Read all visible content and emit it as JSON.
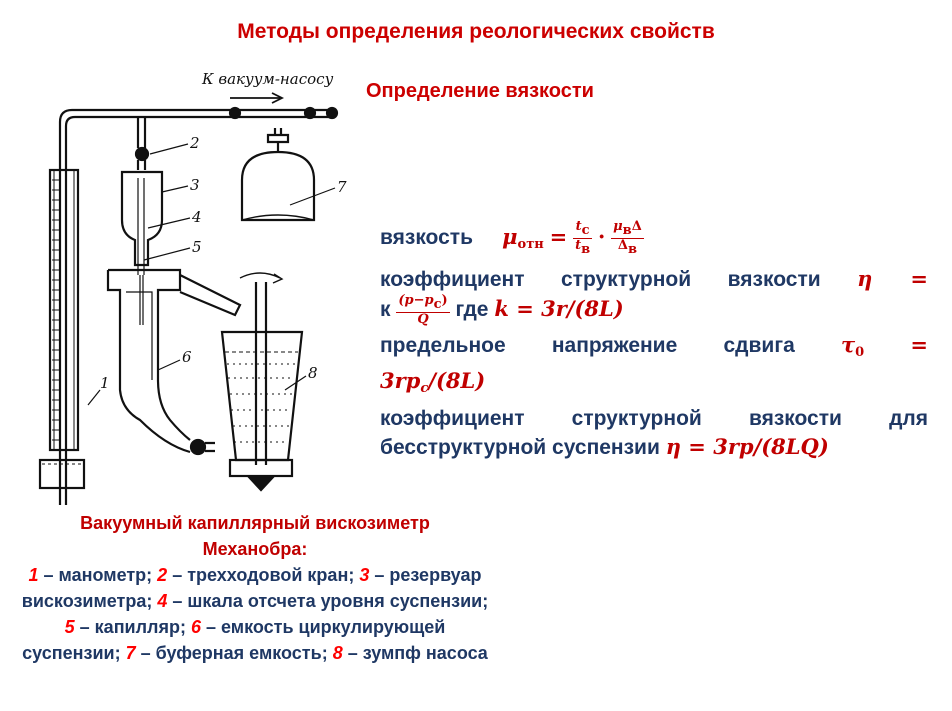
{
  "header": {
    "title": "Методы определения реологических свойств",
    "subtitle": "Определение вязкости"
  },
  "diagram": {
    "pipe_label": "К вакуум-насосу",
    "labels": [
      "1",
      "2",
      "3",
      "4",
      "5",
      "6",
      "7",
      "8"
    ]
  },
  "formulas": {
    "viscosity_label": "вязкость",
    "mu": "μ",
    "mu_sub": "отн",
    "eq": "=",
    "tc": "t",
    "tc_sub": "c",
    "tb": "t",
    "tb_sub": "в",
    "dot": "·",
    "mub": "μ",
    "mub_sub": "в",
    "delta": "Δ",
    "deltab": "Δ",
    "deltab_sub": "в",
    "struct_label": "коэффициент структурной вязкости",
    "eta_eq": "η =",
    "k_prefix": "к",
    "p_minus_pc": "(p−p",
    "pc_sub": "c",
    "close": ")",
    "Q": "Q",
    "where": "где",
    "k_formula": "k = 3r/(8L)",
    "shear_label": "предельное напряжение сдвига",
    "tau": "τ",
    "tau_sub": "0",
    "tau_eq": "=",
    "tau_formula_a": "3rp",
    "tau_formula_sub": "c",
    "tau_formula_b": "/(8L)",
    "structless_label_a": "коэффициент структурной вязкости для",
    "structless_label_b": "бесструктурной суспензии",
    "eta_formula": "η = 3rp/(8LQ)"
  },
  "caption": {
    "title_a": "Вакуумный капиллярный вискозиметр",
    "title_b": "Механобра:",
    "n1": "1",
    "t1": " – манометр; ",
    "n2": "2",
    "t2": " – трехходовой кран; ",
    "n3": "3",
    "t3": " – резервуар вискозиметра; ",
    "n4": "4",
    "t4": " – шкала отсчета уровня суспензии; ",
    "n5": "5",
    "t5": " – капилляр; ",
    "n6": "6",
    "t6": " – емкость циркулирующей суспензии; ",
    "n7": "7",
    "t7": " – буферная емкость; ",
    "n8": "8",
    "t8": " – зумпф насоса"
  }
}
